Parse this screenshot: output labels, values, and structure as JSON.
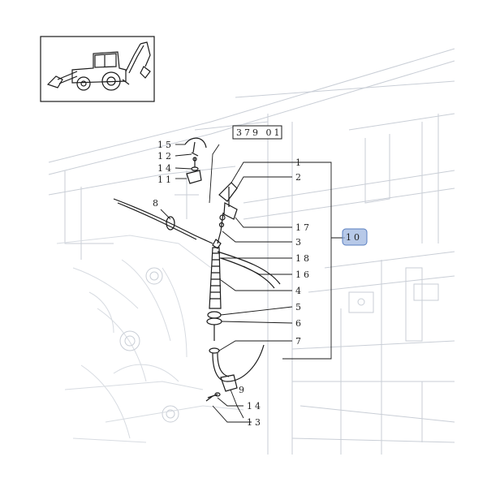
{
  "diagram": {
    "reference_code": "379 01",
    "callouts": [
      {
        "id": "callout-1",
        "text": "1"
      },
      {
        "id": "callout-2",
        "text": "2"
      },
      {
        "id": "callout-17",
        "text": "17"
      },
      {
        "id": "callout-3",
        "text": "3"
      },
      {
        "id": "callout-18",
        "text": "18"
      },
      {
        "id": "callout-16",
        "text": "16"
      },
      {
        "id": "callout-4",
        "text": "4"
      },
      {
        "id": "callout-5",
        "text": "5"
      },
      {
        "id": "callout-6",
        "text": "6"
      },
      {
        "id": "callout-7",
        "text": "7"
      },
      {
        "id": "callout-8",
        "text": "8"
      },
      {
        "id": "callout-9",
        "text": "9"
      },
      {
        "id": "callout-14b",
        "text": "14"
      },
      {
        "id": "callout-13",
        "text": "13"
      },
      {
        "id": "callout-15",
        "text": "15"
      },
      {
        "id": "callout-12",
        "text": "12"
      },
      {
        "id": "callout-14a",
        "text": "14"
      },
      {
        "id": "callout-11",
        "text": "11"
      }
    ],
    "group_label": "10",
    "colors": {
      "ink": "#1a1a1a",
      "ghost": "#c9ced6",
      "highlight_fill": "#9fb7e0",
      "highlight_stroke": "#5a7fc0"
    }
  }
}
